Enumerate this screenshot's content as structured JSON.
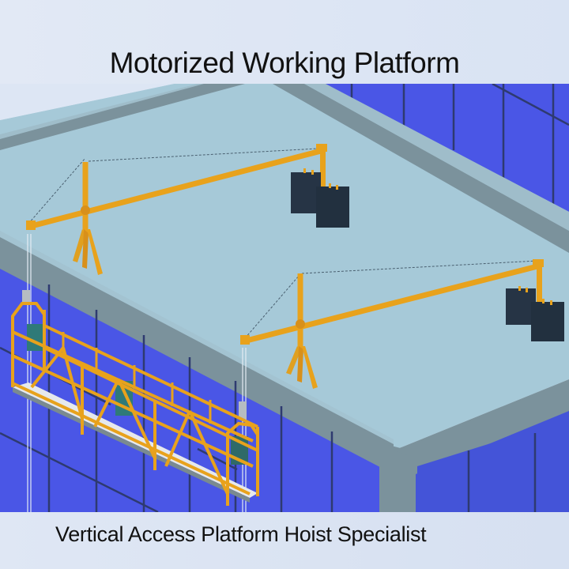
{
  "header": {
    "title": "Motorized Working Platform"
  },
  "footer": {
    "subtitle": "Vertical Access Platform Hoist Specialist"
  },
  "scene": {
    "description": "3D illustration of building rooftop with two suspended platform booms and a gondola platform",
    "elements": [
      "roof-slab",
      "parapet",
      "building-facade",
      "suspension-boom-1",
      "suspension-boom-2",
      "counterweight-1",
      "counterweight-2",
      "gondola-platform",
      "hoist-motor",
      "wire-ropes"
    ],
    "colors": {
      "banner": "#dde6f4",
      "roof": "#a6c9d8",
      "parapet": "#7b929c",
      "parapet_top": "#9fbdca",
      "glass": "#4a56e6",
      "mullion": "#2e3a70",
      "steel": "#e8a21c",
      "counterweight": "#263445",
      "motor": "#2f7a78"
    }
  }
}
